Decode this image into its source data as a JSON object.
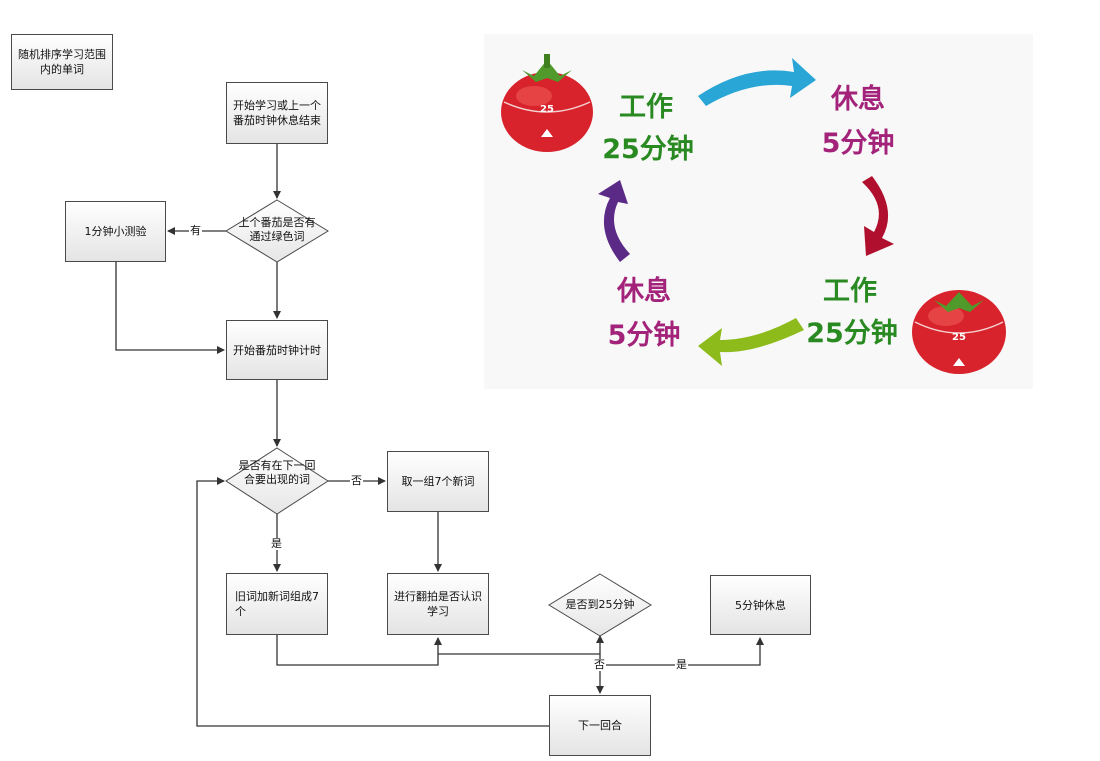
{
  "flowchart": {
    "title_box": "随机排序学习范围内的单词",
    "start": "开始学习或上一个番茄时钟休息结束",
    "decision1": "上个番茄是否有通过绿色词",
    "quiz": "1分钟小测验",
    "edge_you": "有",
    "start_timer": "开始番茄时钟计时",
    "decision2": "是否有在下一回合要出现的词",
    "edge_fou_1": "否",
    "new_words": "取一组7个新词",
    "edge_shi_1": "是",
    "old_plus_new": "旧词加新词组成7个",
    "flip_learn": "进行翻拍是否认识学习",
    "decision3": "是否到25分钟",
    "rest5": "5分钟休息",
    "edge_fou_2": "否",
    "edge_shi_2": "是",
    "next_round": "下一回合"
  },
  "pomodoro_cycle": {
    "work_label": "工作",
    "work_duration": "25分钟",
    "rest_label": "休息",
    "rest_duration": "5分钟",
    "timer_number": "25",
    "colors": {
      "work_text": "#2a8a22",
      "rest_text": "#a3237a",
      "arrow_blue": "#2aa6d6",
      "arrow_red": "#b0102e",
      "arrow_green": "#8dbb1c",
      "arrow_purple": "#5b2a86",
      "tomato": "#d8222c",
      "leaf": "#4f9a2a"
    }
  }
}
